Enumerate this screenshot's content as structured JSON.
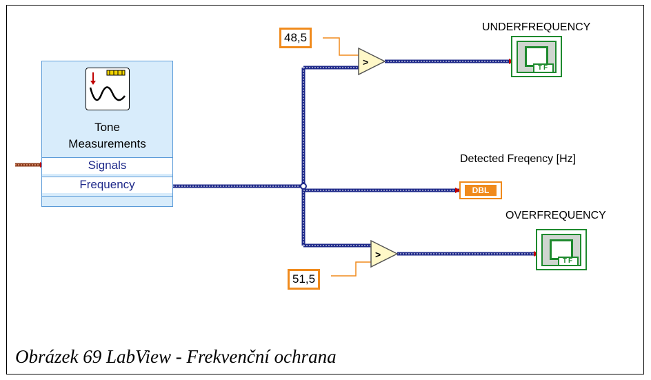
{
  "vi": {
    "title_line1": "Tone",
    "title_line2": "Measurements",
    "input_terminal": "Signals",
    "output_terminal": "Frequency",
    "icon": "tone-measurement-icon"
  },
  "constants": {
    "lower_limit": "48,5",
    "upper_limit": "51,5"
  },
  "indicators": {
    "underfrequency_label": "UNDERFREQUENCY",
    "overfrequency_label": "OVERFREQUENCY",
    "detected_frequency_label": "Detected Freqency [Hz]",
    "numeric_type_tag": "DBL",
    "boolean_tag": "TF"
  },
  "comparators": {
    "symbol": ">"
  },
  "colors": {
    "wire_double": "#1f2a8a",
    "wire_boolean": "#1e8a2e",
    "numeric_constant": "#f08a1c",
    "boolean_indicator": "#1e8a2e",
    "comparator_fill": "#fff8c8",
    "vi_background": "#d8ecfb"
  },
  "caption": "Obrázek 69 LabView - Frekvenční ochrana"
}
